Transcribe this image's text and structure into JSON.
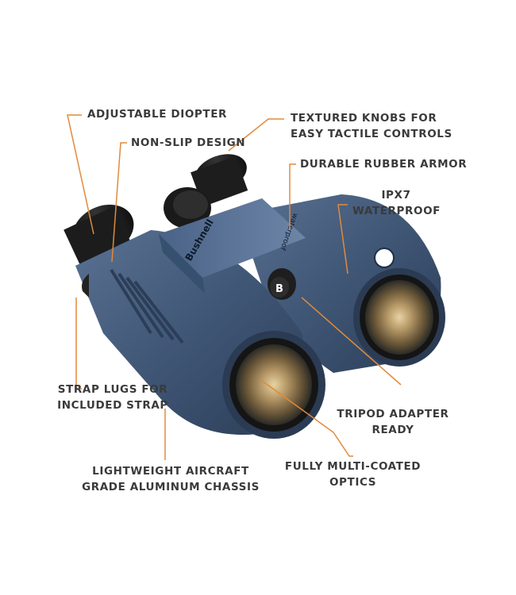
{
  "brand": {
    "name": "Bushnell",
    "logo_letter": "B",
    "model_text": "waterproof"
  },
  "colors": {
    "accent": "#e08a3c",
    "body": "#3f5675",
    "text": "#3a3a3a"
  },
  "callouts": {
    "adjustable_diopter": "ADJUSTABLE DIOPTER",
    "textured_knobs": "TEXTURED KNOBS FOR\nEASY TACTILE CONTROLS",
    "non_slip": "NON-SLIP DESIGN",
    "rubber_armor": "DURABLE RUBBER ARMOR",
    "waterproof": "IPX7\nWATERPROOF",
    "strap_lugs": "STRAP LUGS FOR\nINCLUDED STRAP",
    "tripod": "TRIPOD ADAPTER\nREADY",
    "chassis": "LIGHTWEIGHT AIRCRAFT\nGRADE ALUMINUM CHASSIS",
    "optics": "FULLY MULTI-COATED\nOPTICS"
  }
}
